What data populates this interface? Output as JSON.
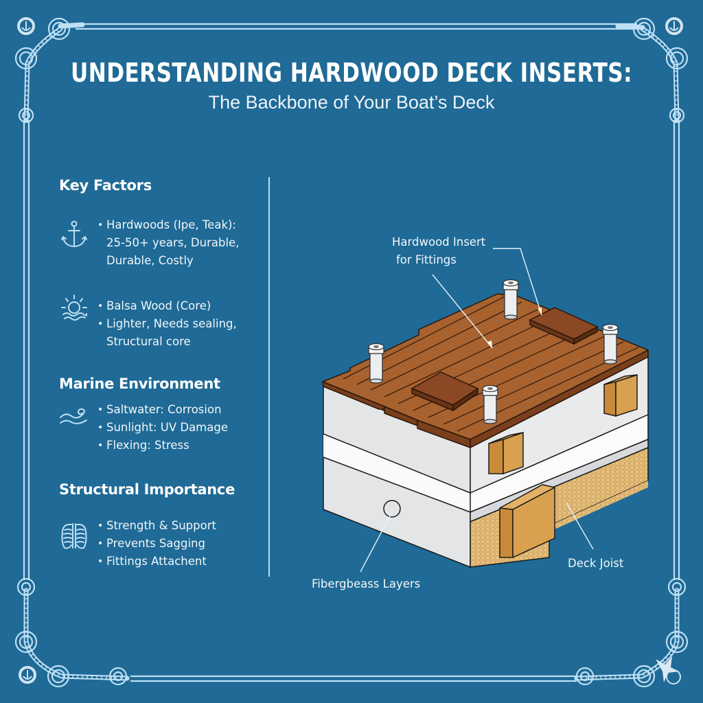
{
  "header": {
    "title": "UNDERSTANDING HARDWOOD DECK INSERTS:",
    "subtitle": "The Backbone of Your Boat’s Deck"
  },
  "colors": {
    "background": "#1f6a96",
    "border": "#bfe0f4",
    "text": "#ffffff",
    "wood_light": "#a8622f",
    "wood_dark": "#7a3f1c",
    "fiberglass": "#e9eaec",
    "joist": "#d39a45",
    "balsa": "#e7c282"
  },
  "left_panel": {
    "sections": [
      {
        "heading": "Key Factors",
        "groups": [
          {
            "icon": "anchor-icon",
            "lines": [
              {
                "text": "Hardwoods (Ipe, Teak):",
                "bullet": true
              },
              {
                "text": "25-50+ years, Durable,",
                "bullet": false
              },
              {
                "text": "Durable, Costly",
                "bullet": false
              }
            ]
          },
          {
            "icon": "sun-over-water-icon",
            "lines": [
              {
                "text": "Balsa Wood (Core)",
                "bullet": true
              },
              {
                "text": "Lighter, Needs sealing,",
                "bullet": true
              },
              {
                "text": "Structural core",
                "bullet": false
              }
            ]
          }
        ]
      },
      {
        "heading": "Marine Environment",
        "groups": [
          {
            "icon": "wave-icon",
            "lines": [
              {
                "text": "Saltwater: Corrosion",
                "bullet": true
              },
              {
                "text": "Sunlight: UV Damage",
                "bullet": true
              },
              {
                "text": "Flexing: Stress",
                "bullet": true
              }
            ]
          }
        ]
      },
      {
        "heading": "Structural Importance",
        "groups": [
          {
            "icon": "ribcage-icon",
            "lines": [
              {
                "text": "Strength & Support",
                "bullet": true
              },
              {
                "text": "Prevents Sagging",
                "bullet": true
              },
              {
                "text": "Fittings Attachent",
                "bullet": true
              }
            ]
          }
        ]
      }
    ]
  },
  "diagram": {
    "labels": {
      "insert_line1": "Hardwood Insert",
      "insert_line2": "for Fittings",
      "fiberglass": "Fibergbeass Layers",
      "joist": "Deck Joist"
    },
    "parts": [
      "teak-deck-planks",
      "hardwood-insert-pads",
      "deck-fittings",
      "fiberglass-layers",
      "balsa-core",
      "deck-joist",
      "wood-blocks"
    ]
  },
  "border": {
    "corner_icons": [
      "anchor-badge-icon",
      "anchor-badge-icon",
      "anchor-badge-icon",
      "compass-star-anchor-icon"
    ]
  }
}
